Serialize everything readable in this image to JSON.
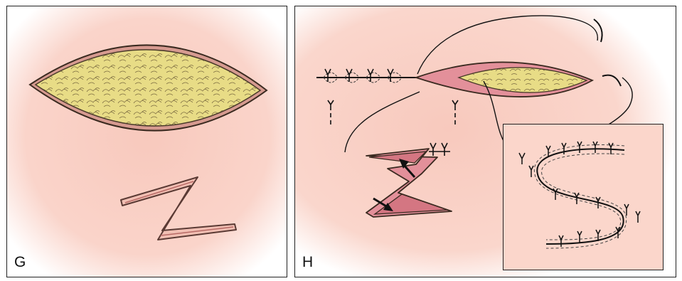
{
  "panels": [
    {
      "label": "G",
      "content": "elliptical-wound-with-z-incision"
    },
    {
      "label": "H",
      "content": "closure-with-z-flap-and-suture-inset"
    }
  ],
  "colors": {
    "skin_tint": "#f8c9bd",
    "fat_fill": "#e8dc86",
    "fat_outline": "#4a3a2a",
    "flap_fill": "#e3909a",
    "wound_edge": "#b86a66",
    "ink": "#111111"
  }
}
